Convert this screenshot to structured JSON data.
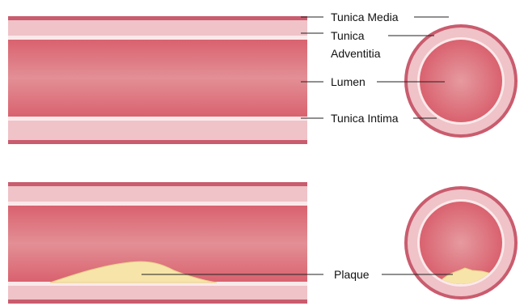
{
  "labels": {
    "tunica_media": "Tunica Media",
    "tunica_adventitia_line1": "Tunica",
    "tunica_adventitia_line2": "Adventitia",
    "lumen": "Lumen",
    "tunica_intima": "Tunica Intima",
    "plaque": "Plaque"
  },
  "colors": {
    "outer_wall": "#c95c6e",
    "adventitia": "#efc3c8",
    "intima_line": "#fbe9ea",
    "lumen_edge": "#d9626f",
    "lumen_center": "#e38f95",
    "plaque": "#f7e4a9",
    "plaque_edge": "#e9d08a",
    "leader": "#222222"
  }
}
